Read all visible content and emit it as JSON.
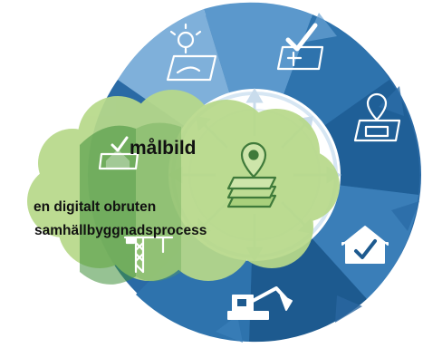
{
  "texts": {
    "goal_title": "målbild",
    "goal_line1": "en digitalt obruten",
    "goal_line2": "samhällbyggnadsprocess"
  },
  "wheel": {
    "stages": [
      {
        "icon": "lightbulb-map-icon"
      },
      {
        "icon": "approved-plan-icon"
      },
      {
        "icon": "property-map-icon"
      },
      {
        "icon": "house-check-icon"
      },
      {
        "icon": "excavator-icon"
      },
      {
        "icon": "crane-icon"
      },
      {
        "icon": "house-map-icon"
      }
    ],
    "center_icon": "location-layers-icon"
  },
  "colors": {
    "ring_dark": "#1f5f97",
    "ring_mid": "#2e73ad",
    "ring_light": "#4a8cc4",
    "ring_pale": "#8bb9df",
    "cloud_light": "#b7d98a",
    "cloud_dark": "#3f8f3a",
    "inner_circle": "#ffffff"
  }
}
